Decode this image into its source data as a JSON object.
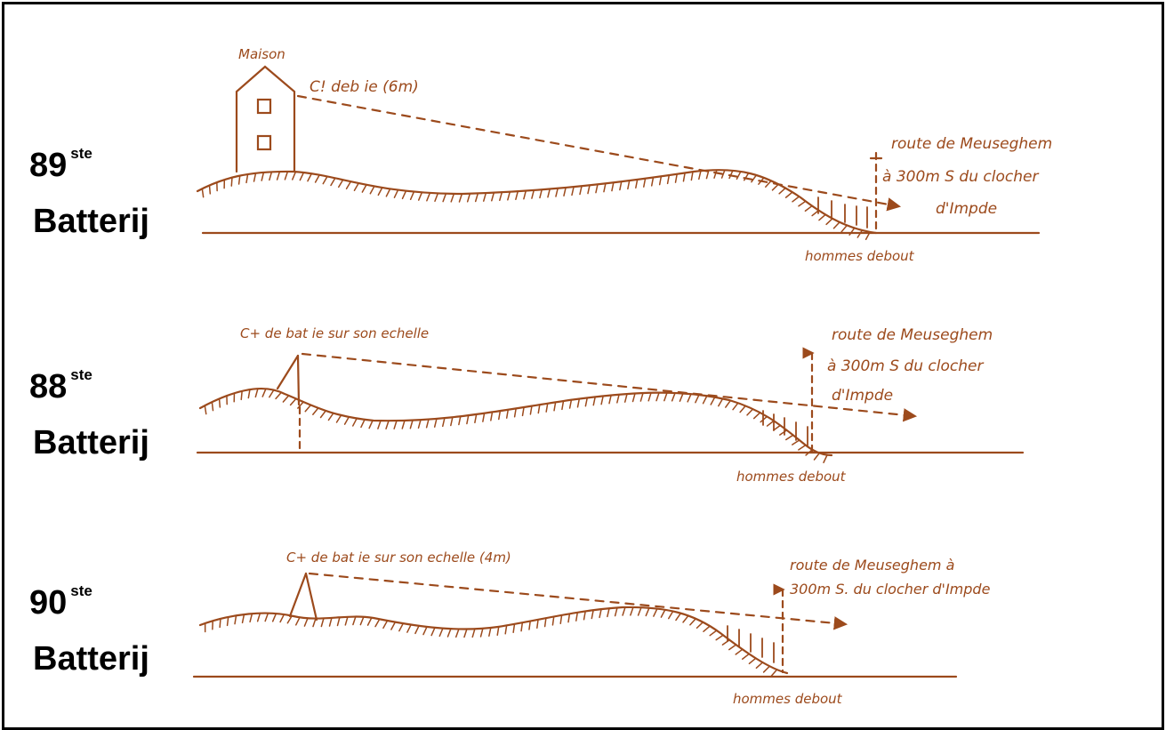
{
  "colors": {
    "ink": "#9c4a1c",
    "frame": "#000000"
  },
  "panels": [
    {
      "number": "89",
      "suffix": "ste",
      "word": "Batterij",
      "observer_label": "Maison",
      "observer_note": "C! deb ie (6m)",
      "route_label": [
        "route de Meuseghem",
        "à 300m S du clocher",
        "d'Impde"
      ],
      "men_label": "hommes debout"
    },
    {
      "number": "88",
      "suffix": "ste",
      "word": "Batterij",
      "observer_note": "C+ de bat ie sur son echelle",
      "route_label": [
        "route de Meuseghem",
        "à 300m S du clocher",
        "d'Impde"
      ],
      "men_label": "hommes debout"
    },
    {
      "number": "90",
      "suffix": "ste",
      "word": "Batterij",
      "observer_note": "C+ de bat ie sur son echelle (4m)",
      "route_label": [
        "route de Meuseghem à",
        "300m S. du clocher d'Impde"
      ],
      "men_label": "hommes debout"
    }
  ]
}
